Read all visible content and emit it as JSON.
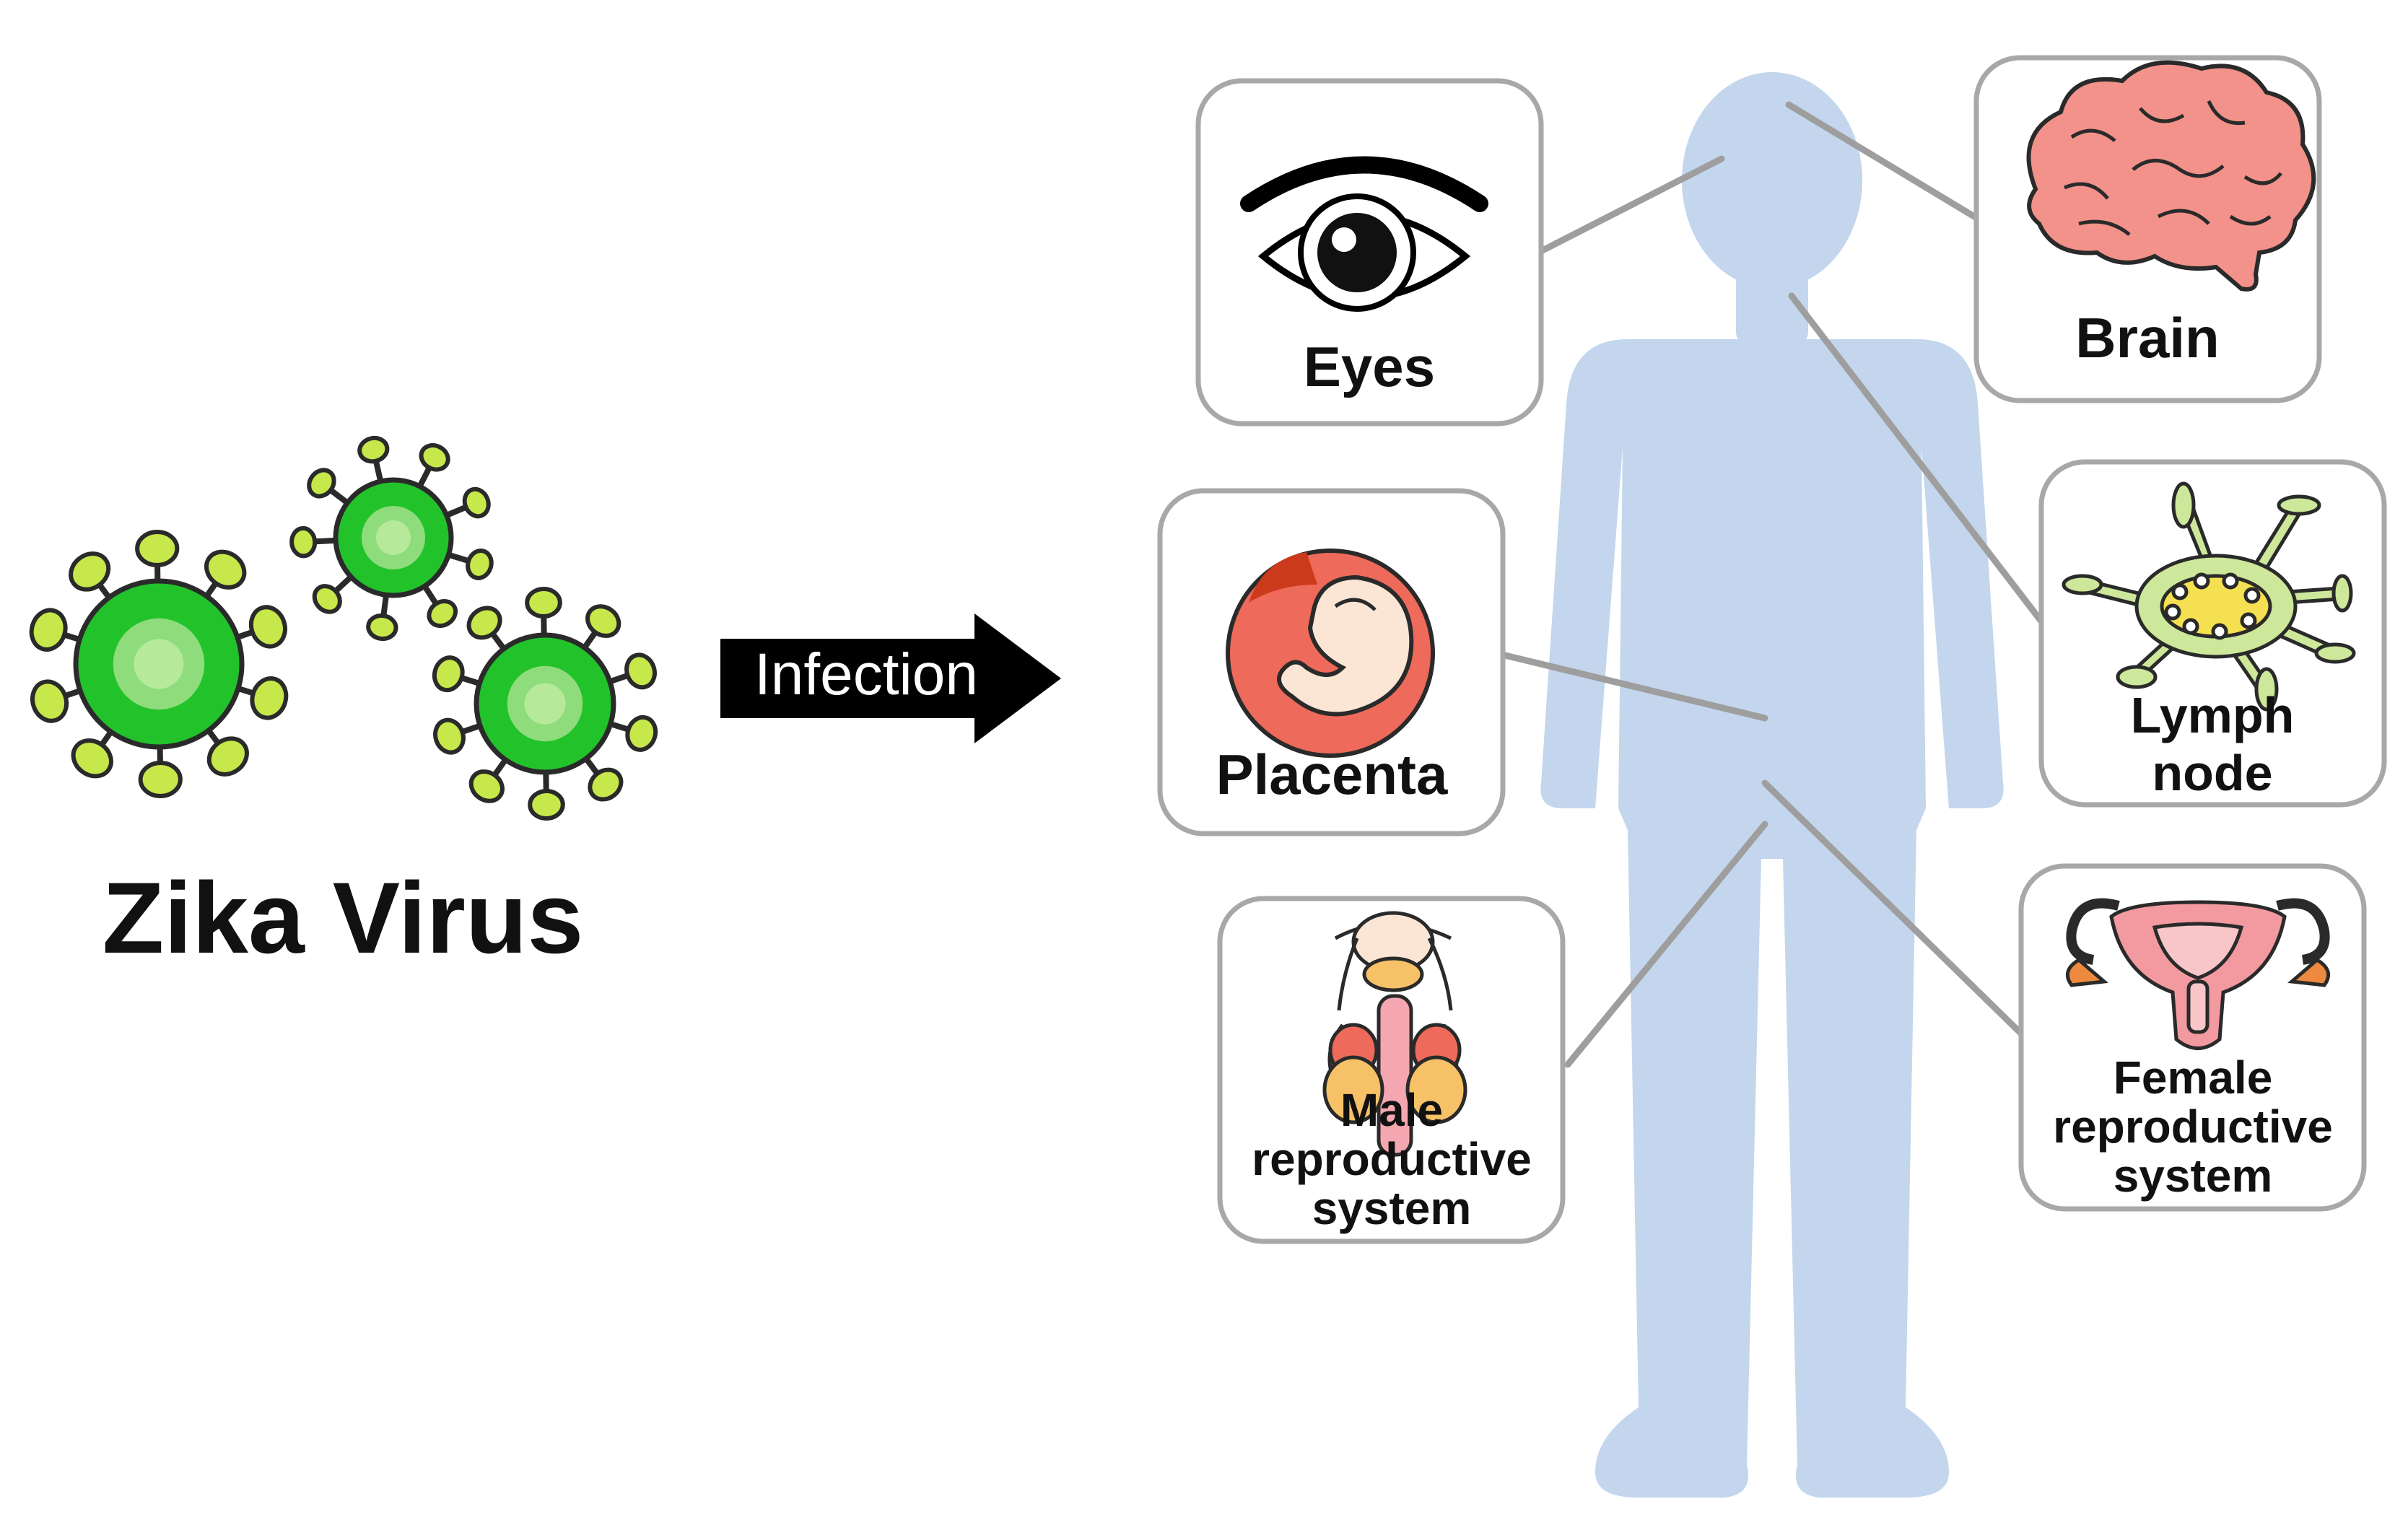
{
  "virus_title": "Zika Virus",
  "arrow_label": "Infection",
  "organs": {
    "eyes": "Eyes",
    "brain": "Brain",
    "placenta": "Placenta",
    "lymph_line1": "Lymph",
    "lymph_line2": "node",
    "male_line1": "Male",
    "male_line2": "reproductive",
    "male_line3": "system",
    "female_line1": "Female",
    "female_line2": "reproductive",
    "female_line3": "system"
  },
  "colors": {
    "virus_core": "#22c22a",
    "virus_inner": "#8fdc7c",
    "virus_spike": "#c6e84a",
    "body": "#c3d6ee",
    "connector": "#9e9e9e",
    "box_border": "#a8a8a8",
    "brain": "#f2928a",
    "placenta": "#ee6a5a",
    "lymph": "#cde89a",
    "lymph_core": "#f4e050",
    "female": "#f29aa0",
    "male": "#f7c168"
  },
  "icons": [
    "virus-icon",
    "arrow-icon",
    "human-body-icon",
    "eye-icon",
    "brain-icon",
    "placenta-icon",
    "lymph-node-icon",
    "male-reproductive-icon",
    "female-reproductive-icon"
  ]
}
